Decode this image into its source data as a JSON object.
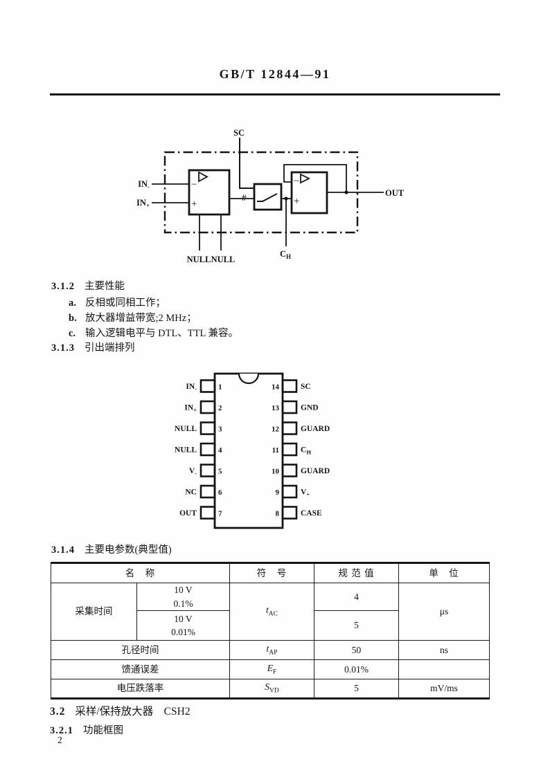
{
  "document": {
    "standard_number": "GB/T 12844—91",
    "page_number": "2"
  },
  "sections": {
    "s312_number": "3.1.2",
    "s312_title": "主要性能",
    "items": [
      {
        "label": "a.",
        "text": "反相或同相工作；"
      },
      {
        "label": "b.",
        "text": "放大器增益带宽;2 MHz；"
      },
      {
        "label": "c.",
        "text": "输入逻辑电平与 DTL、TTL 兼容。"
      }
    ],
    "s313_number": "3.1.3",
    "s313_title": "引出端排列",
    "s314_number": "3.1.4",
    "s314_title": "主要电参数(典型值)",
    "s32_number": "3.2",
    "s32_title": "采样/保持放大器　CSH2",
    "s321_number": "3.2.1",
    "s321_title": "功能框图"
  },
  "block_diagram": {
    "sc_label": "SC",
    "in_minus_base": "IN",
    "in_minus_sub": "-",
    "in_plus_base": "IN",
    "in_plus_sub": "+",
    "out_label": "OUT",
    "null_left": "NULL",
    "null_right": "NULL",
    "ch_base": "C",
    "ch_sub": "H",
    "hash_label": "#",
    "amp1_minus": "−",
    "amp1_plus": "+",
    "amp2_minus": "−",
    "amp2_plus": "+"
  },
  "pinout": {
    "left_pins": [
      {
        "num": "1",
        "base": "IN",
        "sub": "-"
      },
      {
        "num": "2",
        "base": "IN",
        "sub": "+"
      },
      {
        "num": "3",
        "base": "NULL",
        "sub": ""
      },
      {
        "num": "4",
        "base": "NULL",
        "sub": ""
      },
      {
        "num": "5",
        "base": "V",
        "sub": "-"
      },
      {
        "num": "6",
        "base": "NC",
        "sub": ""
      },
      {
        "num": "7",
        "base": "OUT",
        "sub": ""
      }
    ],
    "right_pins": [
      {
        "num": "14",
        "base": "SC",
        "sub": ""
      },
      {
        "num": "13",
        "base": "GND",
        "sub": ""
      },
      {
        "num": "12",
        "base": "GUARD",
        "sub": ""
      },
      {
        "num": "11",
        "base": "C",
        "sub": "H"
      },
      {
        "num": "10",
        "base": "GUARD",
        "sub": ""
      },
      {
        "num": "9",
        "base": "V",
        "sub": "+"
      },
      {
        "num": "8",
        "base": "CASE",
        "sub": ""
      }
    ]
  },
  "table": {
    "headers": [
      "名　称",
      "符　号",
      "规 范 值",
      "单　位"
    ],
    "acq_name": "采集时间",
    "acq_symbol_base": "t",
    "acq_symbol_sub": "AC",
    "acq_unit": "μs",
    "acq_rows": [
      {
        "cond_line1": "10 V",
        "cond_line2": "0.1%",
        "value": "4"
      },
      {
        "cond_line1": "10 V",
        "cond_line2": "0.01%",
        "value": "5"
      }
    ],
    "rows": [
      {
        "name": "孔径时间",
        "symbol_base": "t",
        "symbol_sub": "AP",
        "value": "50",
        "unit": "ns"
      },
      {
        "name": "馈通误差",
        "symbol_base": "E",
        "symbol_sub": "F",
        "value": "0.01%",
        "unit": ""
      },
      {
        "name": "电压跌落率",
        "symbol_base": "S",
        "symbol_sub": "VD",
        "value": "5",
        "unit": "mV/ms"
      }
    ]
  }
}
